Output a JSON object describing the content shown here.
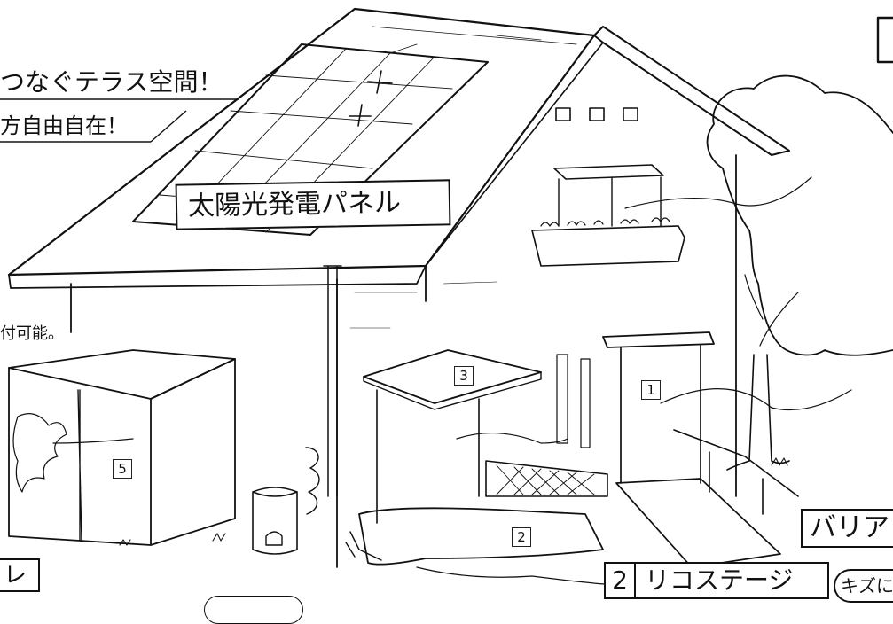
{
  "header_text": {
    "line1": "つなぐテラス空間！",
    "line2": "方自由自在！"
  },
  "roof_label": "太陽光発電パネル",
  "left_side_text": "付可能。",
  "number_tags": {
    "tag1": "1",
    "tag2": "2",
    "tag3": "3",
    "tag5": "5"
  },
  "bottom_labels": {
    "stage_number": "2",
    "stage_name": "リコステージ",
    "barrier_label": "バリア",
    "bubble_text": "キズに",
    "left_box": "レ"
  }
}
